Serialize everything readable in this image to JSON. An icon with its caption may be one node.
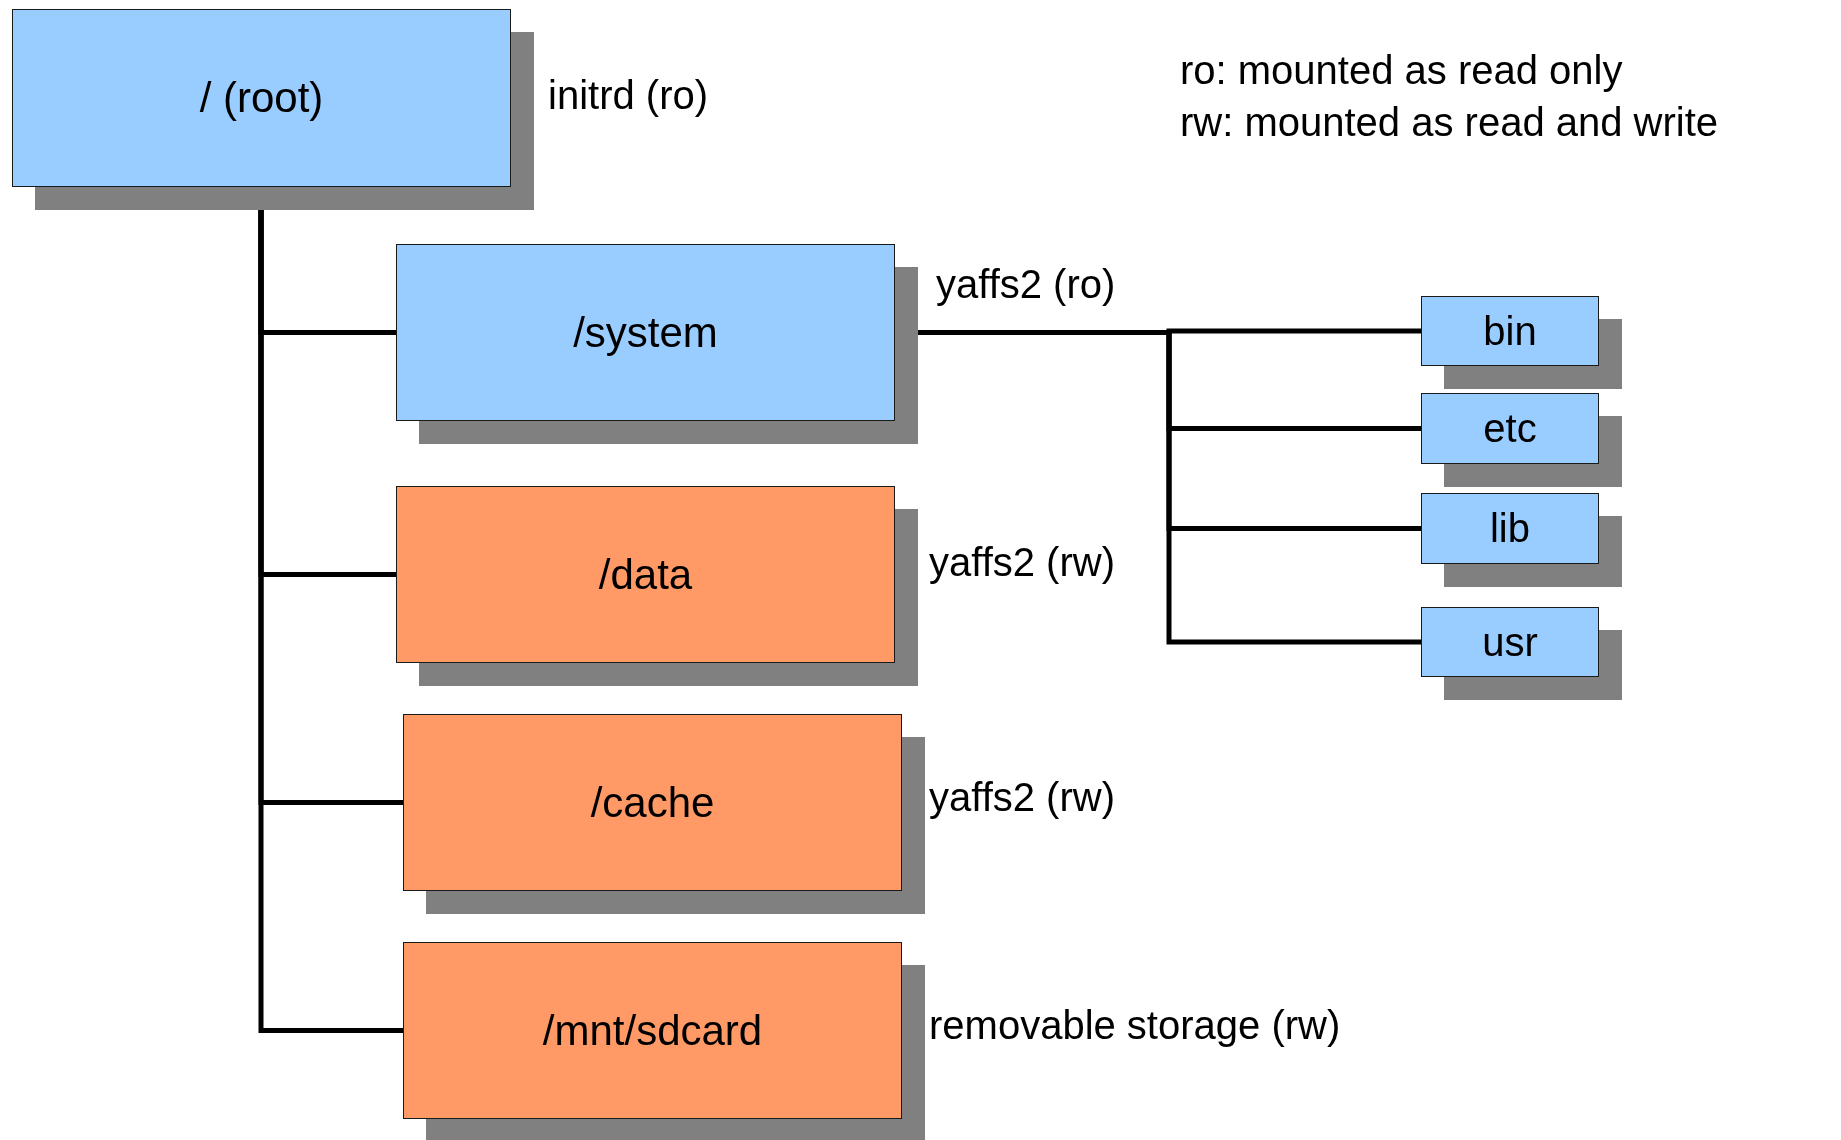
{
  "diagram": {
    "nodes": [
      {
        "text": [
          "/ (root)"
        ],
        "beside": [
          "initrd (ro)"
        ]
      },
      {
        "text": [
          "/system"
        ],
        "beside": [
          "yaffs2 (ro)"
        ]
      },
      {
        "text": [
          "/data"
        ],
        "beside": [
          "yaffs2 (rw)"
        ]
      },
      {
        "text": [
          "/cache"
        ],
        "beside": [
          "yaffs2 (rw)"
        ]
      },
      {
        "text": [
          "/mnt/sdcard"
        ],
        "beside": [
          "removable storage (rw)"
        ]
      },
      {
        "text": [
          "bin"
        ]
      },
      {
        "text": [
          "etc"
        ]
      },
      {
        "text": [
          "lib"
        ]
      },
      {
        "text": [
          "usr"
        ]
      }
    ],
    "edges": [
      {
        "from": 0,
        "to": 1,
        "arrow": "none"
      },
      {
        "from": 0,
        "to": 2,
        "arrow": "none"
      },
      {
        "from": 0,
        "to": 3,
        "arrow": "none"
      },
      {
        "from": 0,
        "to": 4,
        "arrow": "none"
      },
      {
        "from": 1,
        "to": 5,
        "arrow": "none"
      },
      {
        "from": 1,
        "to": 6,
        "arrow": "none"
      },
      {
        "from": 1,
        "to": 7,
        "arrow": "none"
      },
      {
        "from": 1,
        "to": 8,
        "arrow": "none"
      }
    ],
    "labels": [
      "ro: mounted as read only",
      "rw: mounted as read and write"
    ]
  }
}
